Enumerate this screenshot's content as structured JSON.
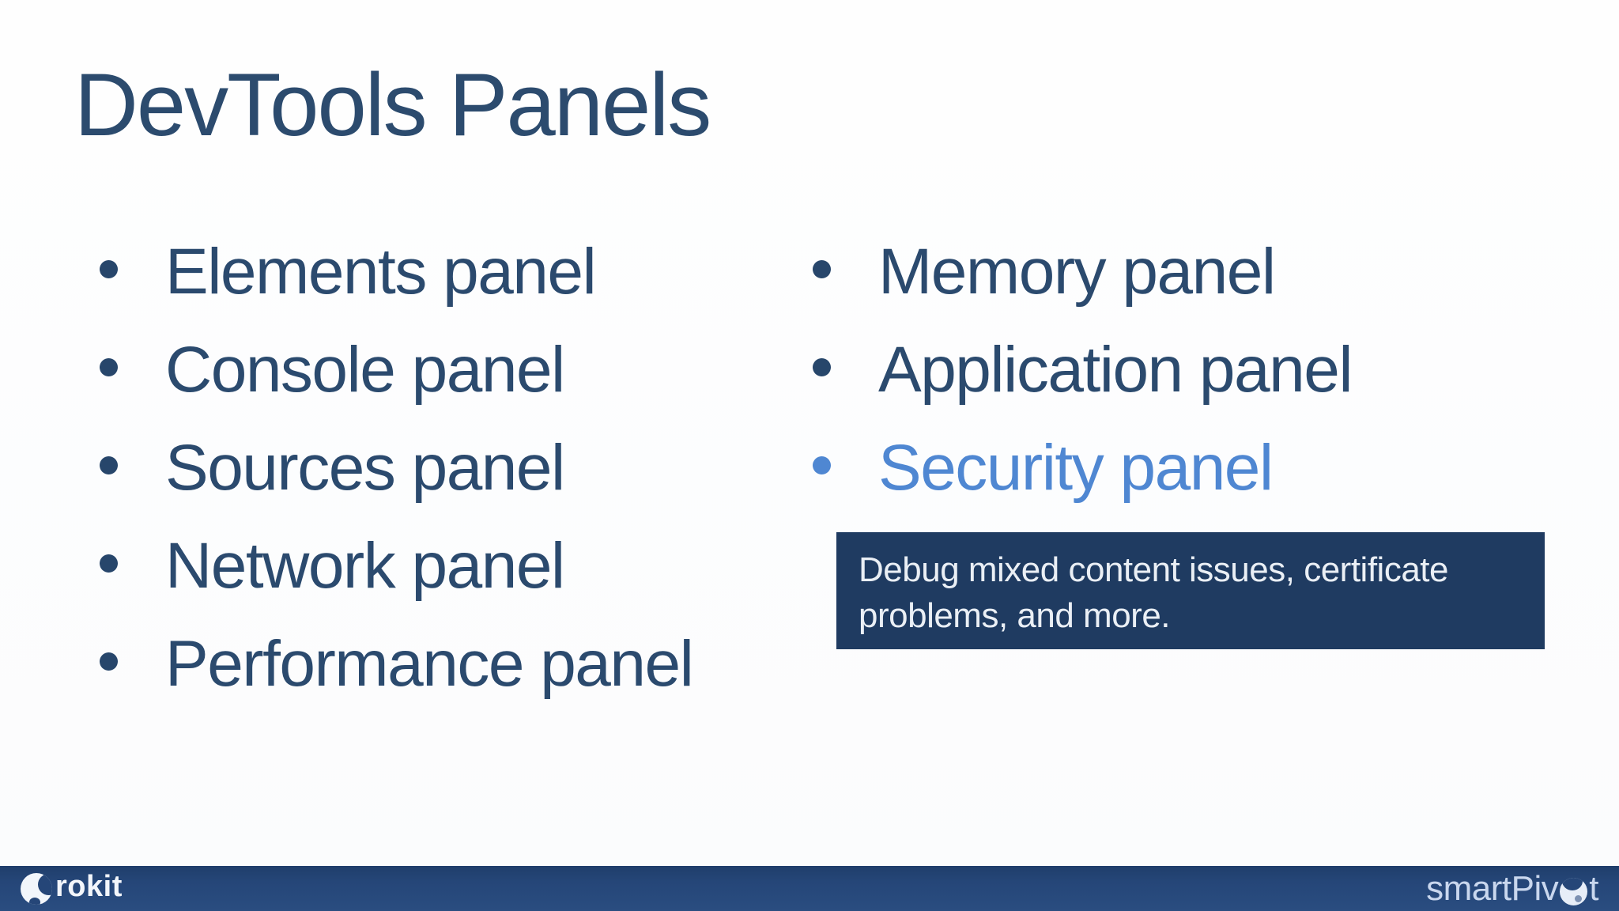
{
  "slide": {
    "title": "DevTools Panels"
  },
  "bullets": {
    "left": [
      {
        "label": "Elements panel"
      },
      {
        "label": "Console panel"
      },
      {
        "label": "Sources panel"
      },
      {
        "label": "Network panel"
      },
      {
        "label": "Performance panel"
      }
    ],
    "right": [
      {
        "label": "Memory panel",
        "highlighted": false
      },
      {
        "label": "Application panel",
        "highlighted": false
      },
      {
        "label": "Security panel",
        "highlighted": true
      }
    ]
  },
  "callout": {
    "lines": [
      "Debug mixed content issues, certificate",
      "problems, and more."
    ]
  },
  "footer": {
    "left_brand": {
      "icon": "grokit-crescent-logo",
      "text": "rokit"
    },
    "right_brand": {
      "prefix": "smartPiv",
      "icon": "pivot-crescent-logo",
      "suffix": "t"
    }
  },
  "colors": {
    "title_text": "#2C4B6E",
    "bullet_text": "#2B4A6E",
    "highlight_text": "#4F87D2",
    "callout_background": "#1F3B61",
    "callout_text": "#EAEFF5",
    "footer_background": "#254678"
  }
}
